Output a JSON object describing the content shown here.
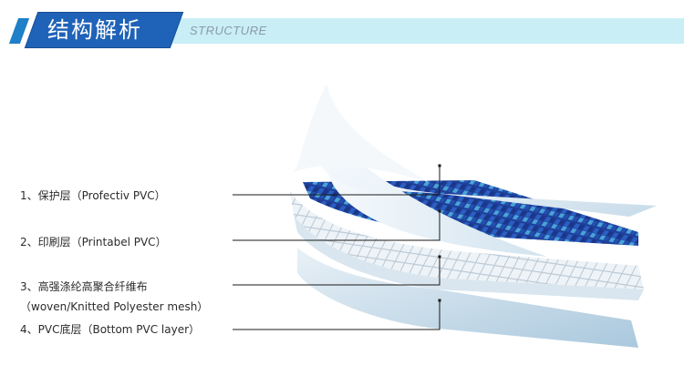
{
  "header": {
    "title": "结构解析",
    "subtitle": "STRUCTURE"
  },
  "layers": [
    {
      "label": "1、保护层（Profectiv PVC）"
    },
    {
      "label": "2、印刷层（Printabel PVC）"
    },
    {
      "label_line1": "3、高强涤纶高聚合纤维布",
      "label_line2": "（woven/Knitted Polyester mesh）"
    },
    {
      "label": "4、PVC底层（Bottom PVC layer）"
    }
  ],
  "colors": {
    "banner_blue": "#1f63b8",
    "banner_band": "#c9eef6",
    "mosaic_dark": "#1e3f9a",
    "mosaic_light": "#4aa3d8"
  }
}
